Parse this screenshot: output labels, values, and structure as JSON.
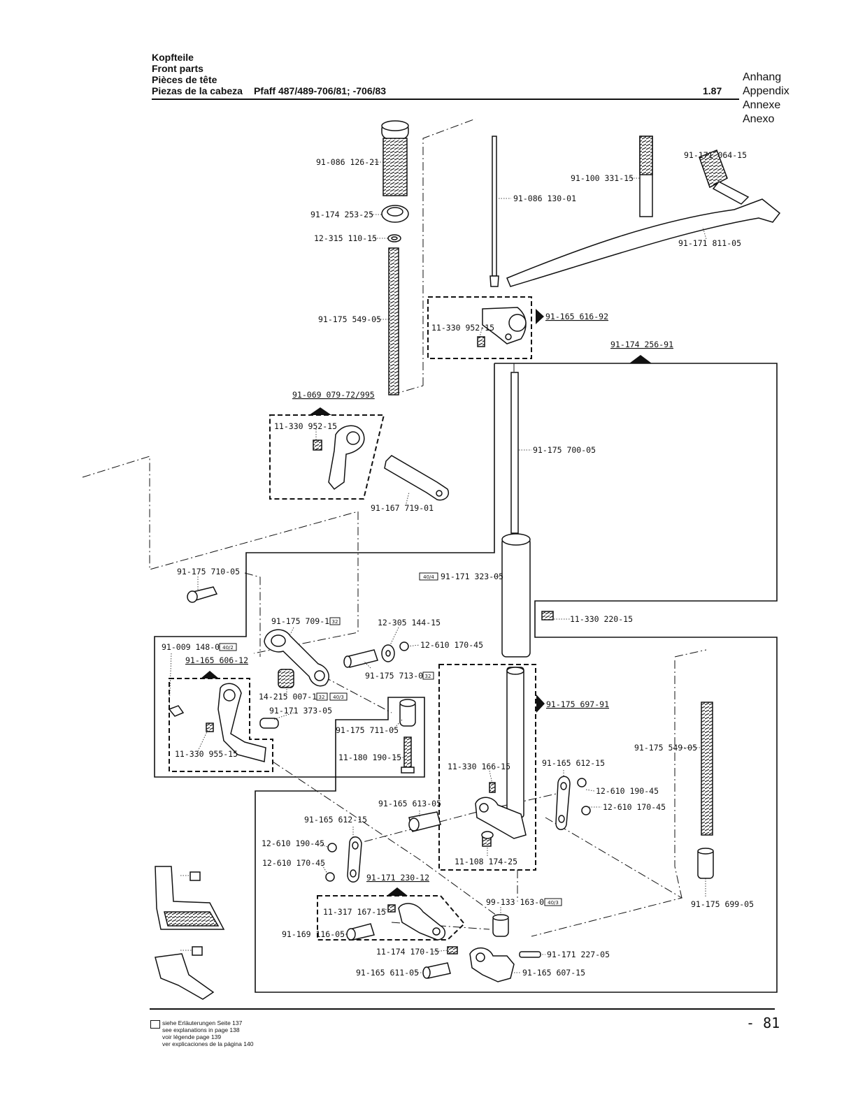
{
  "header": {
    "line1": "Kopfteile",
    "line2": "Front parts",
    "line3": "Pièces de tête",
    "line4": "Piezas de la cabeza",
    "model": "Pfaff 487/489-706/81; -706/83",
    "section": "1.87"
  },
  "appendix": [
    "Anhang",
    "Appendix",
    "Annexe",
    "Anexo"
  ],
  "labels": {
    "p1": "91-086 126-21",
    "p2": "91-174 253-25",
    "p3": "12-315 110-15",
    "p4": "91-175 549-05",
    "p5": "91-086 130-01",
    "p6": "91-100 331-15",
    "p7": "91-171 064-15",
    "p8": "91-171 811-05",
    "p9": "11-330 952-15",
    "p10": "91-165 616-92",
    "p11": "91-174 256-91",
    "p12": "91-069 079-72/995",
    "p13": "11-330 952-15",
    "p14": "91-167 719-01",
    "p15": "91-175 700-05",
    "p16": "91-175 710-05",
    "p17": "91-171 323-05",
    "p17tag": "40/4",
    "p18": "11-330 220-15",
    "p19": "91-175 709-15",
    "p19tag": "32",
    "p20": "12-305 144-15",
    "p21": "12-610 170-45",
    "p22": "91-009 148-05",
    "p22tag": "40/2",
    "p23": "91-165 606-12",
    "p24": "91-175 713-05",
    "p24tag": "32",
    "p25": "14-215 007-13",
    "p25tag1": "32",
    "p25tag2": "40/3",
    "p26": "91-171 373-05",
    "p27": "91-175 711-05",
    "p28": "91-175 697-91",
    "p29": "11-330 955-15",
    "p30": "11-180 190-15",
    "p31": "91-175 549-05",
    "p32": "11-330 166-15",
    "p33": "91-165 612-15",
    "p34": "12-610 190-45",
    "p35": "12-610 170-45",
    "p36": "91-165 613-05",
    "p37": "91-165 612-15",
    "p38": "12-610 190-45",
    "p39": "12-610 170-45",
    "p40": "11-108 174-25",
    "p41": "91-171 230-12",
    "p42": "99-133 163-01",
    "p42tag": "40/3",
    "p43": "91-175 699-05",
    "p44": "11-317 167-15",
    "p45": "91-169 116-05",
    "p46": "11-174 170-15",
    "p47": "91-171 227-05",
    "p48": "91-165 611-05",
    "p49": "91-165 607-15"
  },
  "footer": {
    "line1": "siehe Erläuterungen Seite 137",
    "line2": "see explanations in page 138",
    "line3": "voir légende page 139",
    "line4": "ver explicaciones de la página 140",
    "page": "- 81"
  }
}
